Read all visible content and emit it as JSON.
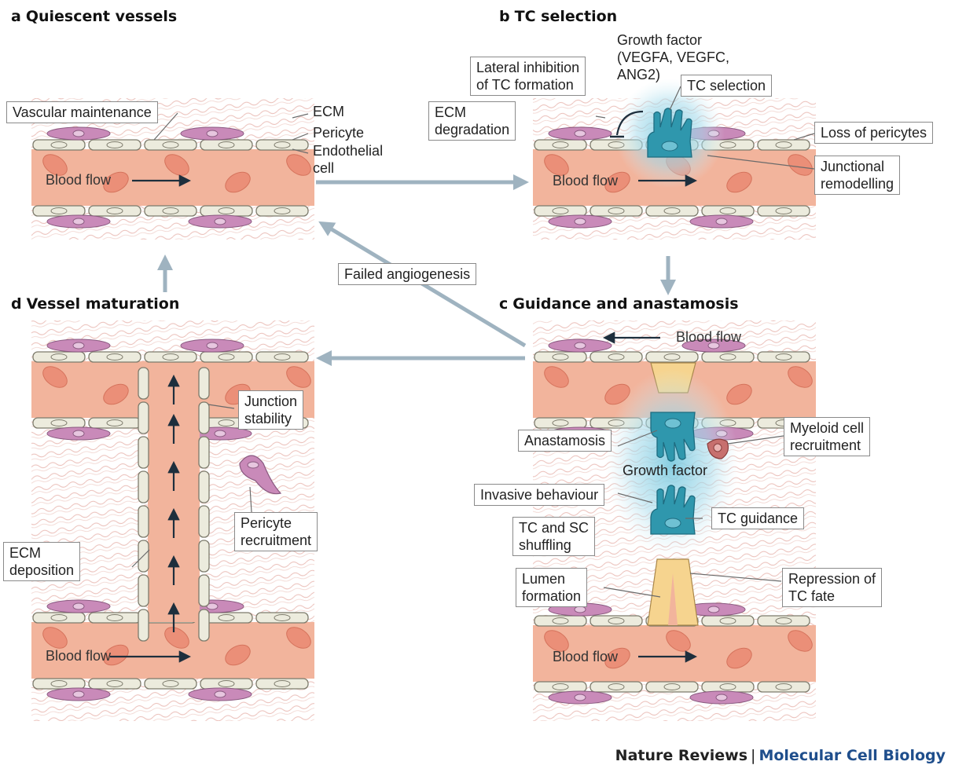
{
  "panels": {
    "a": {
      "letter": "a",
      "title": "Quiescent vessels"
    },
    "b": {
      "letter": "b",
      "title": "TC selection"
    },
    "c": {
      "letter": "c",
      "title": "Guidance and anastamosis"
    },
    "d": {
      "letter": "d",
      "title": "Vessel maturation"
    }
  },
  "labels": {
    "vascular_maintenance": "Vascular maintenance",
    "ecm": "ECM",
    "pericyte": "Pericyte",
    "endothelial_cell": "Endothelial\ncell",
    "blood_flow": "Blood flow",
    "growth_factor_top": "Growth factor\n(VEGFA, VEGFC,\nANG2)",
    "lateral_inhibition": "Lateral inhibition\nof TC formation",
    "tc_selection": "TC selection",
    "ecm_degradation": "ECM\ndegradation",
    "loss_of_pericytes": "Loss of pericytes",
    "junctional_remodelling": "Junctional\nremodelling",
    "failed_angiogenesis": "Failed angiogenesis",
    "junction_stability": "Junction\nstability",
    "pericyte_recruitment": "Pericyte\nrecruitment",
    "ecm_deposition": "ECM\ndeposition",
    "anastamosis": "Anastamosis",
    "myeloid_recruitment": "Myeloid cell\nrecruitment",
    "growth_factor_c": "Growth factor",
    "invasive_behaviour": "Invasive behaviour",
    "tc_guidance": "TC guidance",
    "tc_sc_shuffling": "TC and SC\nshuffling",
    "lumen_formation": "Lumen\nformation",
    "repression_tc_fate": "Repression of\nTC  fate"
  },
  "credit": {
    "journal": "Nature Reviews",
    "separator": "|",
    "subject": "Molecular Cell Biology"
  },
  "colors": {
    "vessel": "#f2b49c",
    "rbc": "#eb8f78",
    "endothelial": "#ecebdd",
    "pericyte": "#c98ab9",
    "tip_cell": "#2f97ad",
    "stalk_cell": "#f6d48f",
    "cycle_arrow": "#9fb3c0",
    "accent_blue": "#1f4e8c"
  }
}
